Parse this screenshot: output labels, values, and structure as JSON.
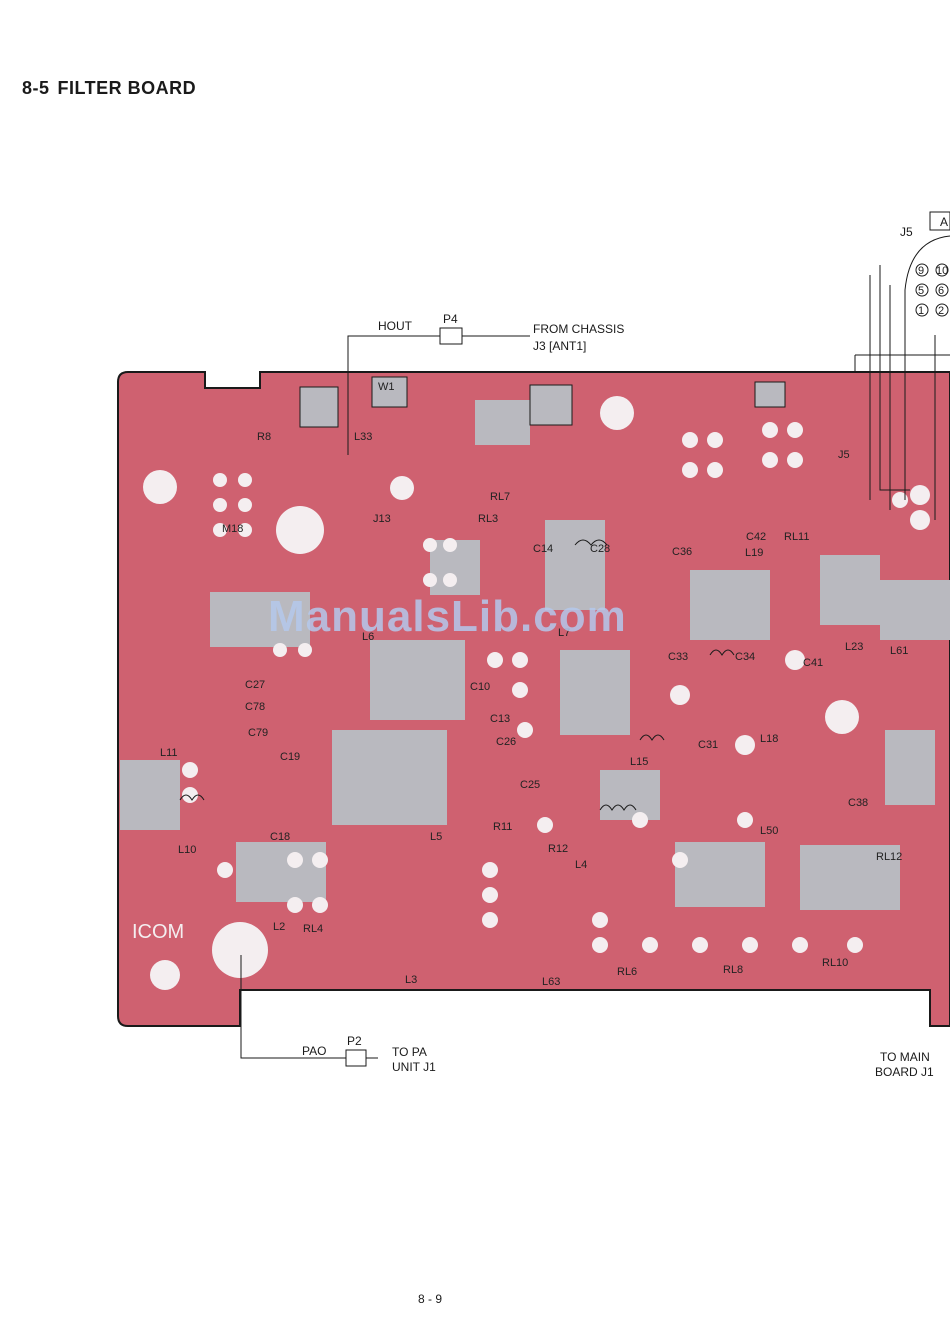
{
  "section": {
    "number": "8-5",
    "title": "FILTER BOARD"
  },
  "connectors": {
    "p4": {
      "ref": "P4",
      "signal": "HOUT",
      "line1": "FROM CHASSIS",
      "line2": "J3 [ANT1]"
    },
    "p2": {
      "ref": "P2",
      "signal": "PAO",
      "line1": "TO PA",
      "line2": "UNIT J1"
    },
    "main": {
      "line1": "TO MAIN",
      "line2": "BOARD J1"
    },
    "j5": {
      "ref": "J5",
      "box_label": "A"
    }
  },
  "j5_pins": [
    "9",
    "10",
    "5",
    "6",
    "1",
    "2"
  ],
  "board_logo": "ICOM",
  "component_labels": [
    "W1",
    "R8",
    "L33",
    "J13",
    "M18",
    "RL7",
    "RL3",
    "C14",
    "C28",
    "C36",
    "C42",
    "RL11",
    "L19",
    "J5",
    "L6",
    "L7",
    "C10",
    "C13",
    "C26",
    "C27",
    "C78",
    "C79",
    "C19",
    "C18",
    "L11",
    "L10",
    "L2",
    "RL4",
    "C33",
    "C34",
    "C41",
    "L23",
    "L61",
    "C31",
    "L18",
    "L15",
    "C25",
    "R11",
    "R12",
    "L50",
    "C38",
    "RL12",
    "RL6",
    "RL8",
    "RL10",
    "L3",
    "L63",
    "L5",
    "L4"
  ],
  "watermark": "ManualsLib.com",
  "page_number": "8 - 9",
  "colors": {
    "board": "#cf6170",
    "pad": "#f4eef0",
    "trace": "#b9b9bf",
    "outline": "#1a1a1a"
  }
}
